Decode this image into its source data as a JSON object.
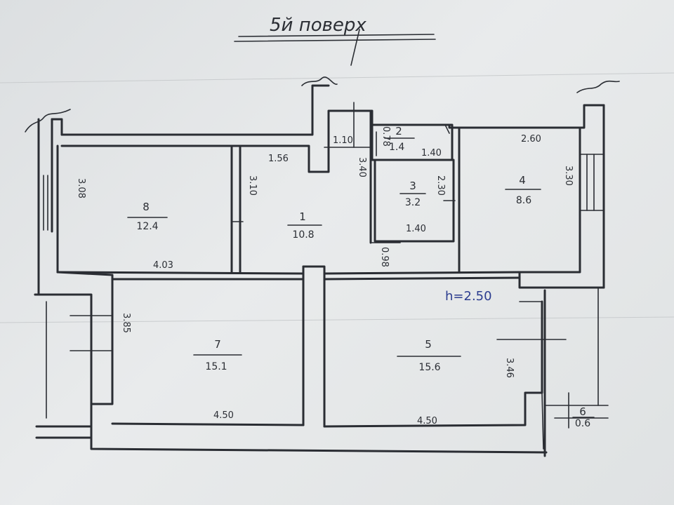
{
  "title": "5й поверх",
  "height_note": "h=2.50",
  "rooms": [
    {
      "id": "room-1",
      "number": "1",
      "area": "10.8"
    },
    {
      "id": "room-2",
      "number": "2",
      "area": "1.4"
    },
    {
      "id": "room-3",
      "number": "3",
      "area": "3.2"
    },
    {
      "id": "room-4",
      "number": "4",
      "area": "8.6"
    },
    {
      "id": "room-5",
      "number": "5",
      "area": "15.6"
    },
    {
      "id": "room-6",
      "number": "6",
      "area": "0.6"
    },
    {
      "id": "room-7",
      "number": "7",
      "area": "15.1"
    },
    {
      "id": "room-8",
      "number": "8",
      "area": "12.4"
    }
  ],
  "dimensions": {
    "d_3_08": "3.08",
    "d_4_03": "4.03",
    "d_3_10": "3.10",
    "d_1_56": "1.56",
    "d_1_10": "1.10",
    "d_3_40": "3.40",
    "d_0_78": "0.78",
    "d_1_40_top": "1.40",
    "d_1_40_bottom": "1.40",
    "d_2_30": "2.30",
    "d_0_98": "0.98",
    "d_2_60": "2.60",
    "d_3_30": "3.30",
    "d_3_85": "3.85",
    "d_4_50_left": "4.50",
    "d_4_50_right": "4.50",
    "d_3_46": "3.46"
  }
}
